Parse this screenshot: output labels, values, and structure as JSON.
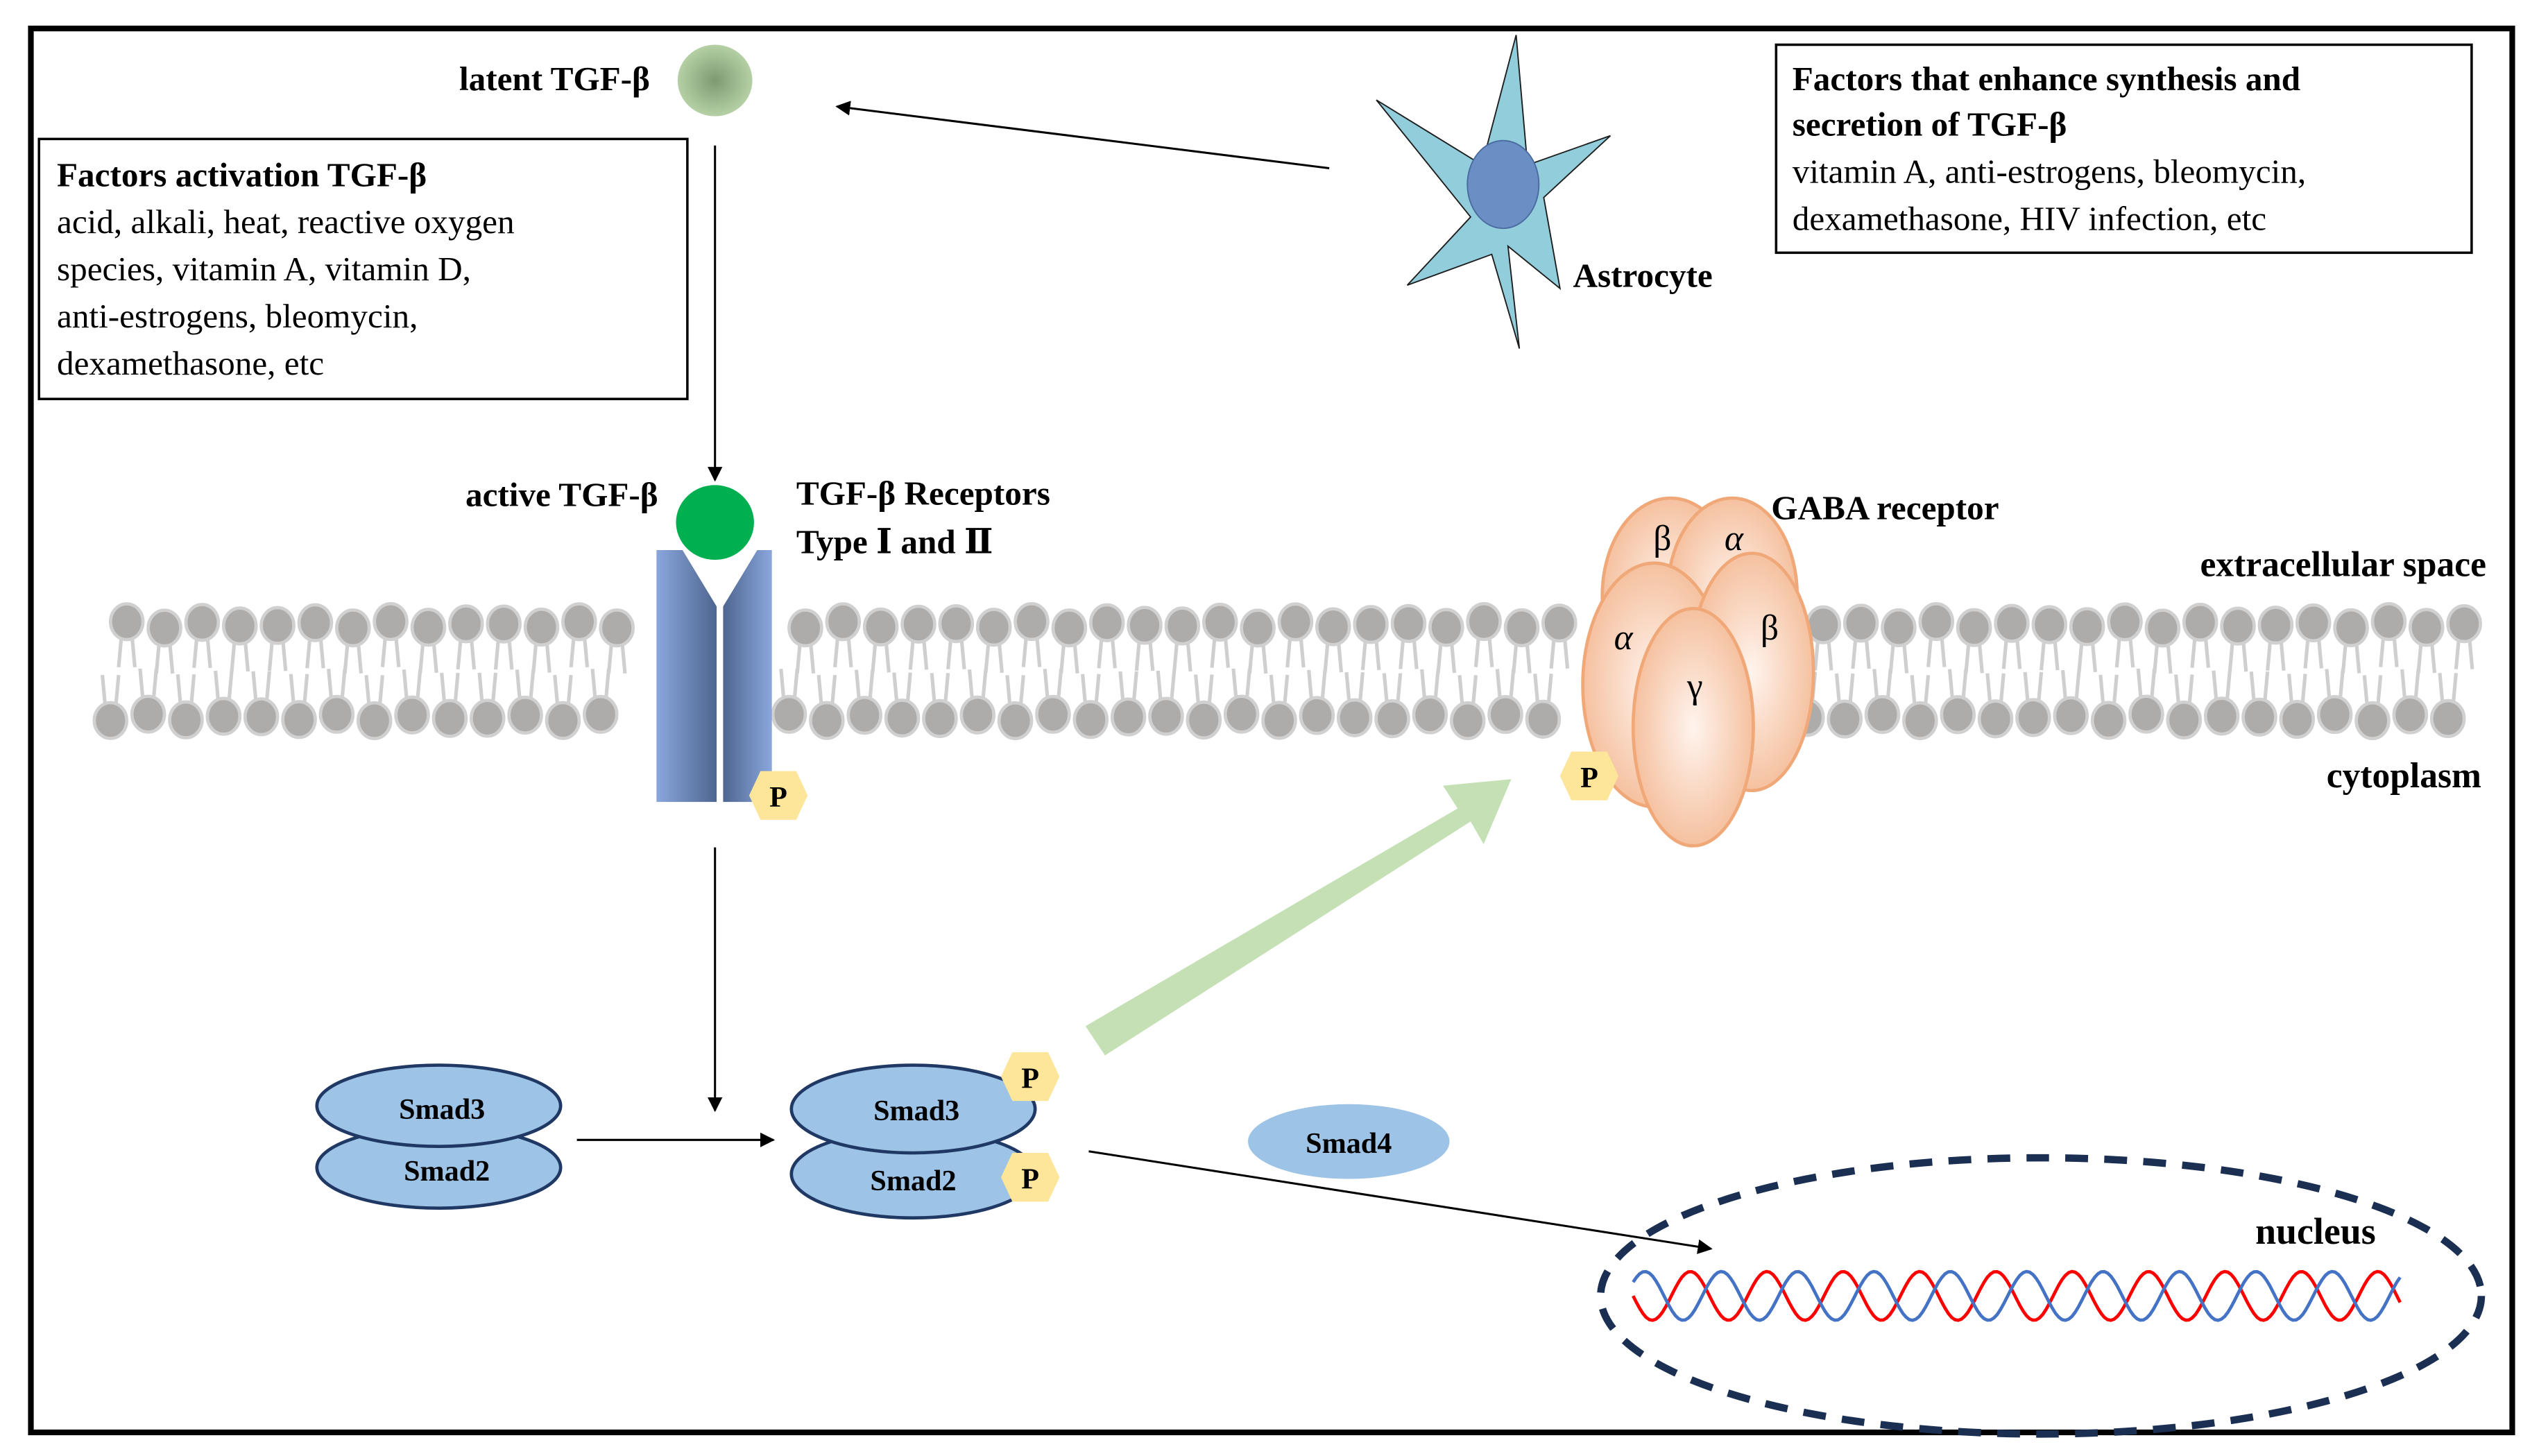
{
  "labels": {
    "latent_tgfb": "latent TGF-β",
    "active_tgfb": "active TGF-β",
    "receptors_line1": "TGF-β Receptors",
    "receptors_line2": "Type Ⅰ and Ⅱ",
    "astrocyte": "Astrocyte",
    "gaba_receptor": "GABA receptor",
    "extracellular": "extracellular space",
    "cytoplasm": "cytoplasm",
    "nucleus": "nucleus",
    "phospho": "P",
    "smad3": "Smad3",
    "smad2": "Smad2",
    "smad4": "Smad4",
    "gaba_subunits": {
      "beta_top": "β",
      "alpha_top": "α",
      "alpha_left": "α",
      "beta_right": "β",
      "gamma": "γ"
    }
  },
  "activation_box": {
    "title": "Factors activation TGF-β",
    "lines": [
      "acid, alkali, heat, reactive oxygen",
      "species, vitamin A, vitamin D,",
      "anti-estrogens, bleomycin,",
      "dexamethasone, etc"
    ]
  },
  "synthesis_box": {
    "title_lines": [
      "Factors that enhance synthesis and",
      "secretion of TGF-β"
    ],
    "lines": [
      "vitamin A, anti-estrogens, bleomycin,",
      "dexamethasone, HIV infection, etc"
    ]
  },
  "colors": {
    "active_tgfb": "#00b050",
    "latent_tgfb": "#a9c79a",
    "receptor": "#7f9fd4",
    "phospho": "#fde699",
    "smad": "#9dc3e6",
    "smad_border": "#1f3864",
    "gaba": "#f4b996",
    "astrocyte": "#92cddc",
    "astrocyte_nucleus": "#6a8fc4",
    "nucleus_border": "#1b2f52",
    "dna_red": "#ff0000",
    "dna_blue": "#4472c4",
    "arrow_green": "#c5e0b4"
  }
}
